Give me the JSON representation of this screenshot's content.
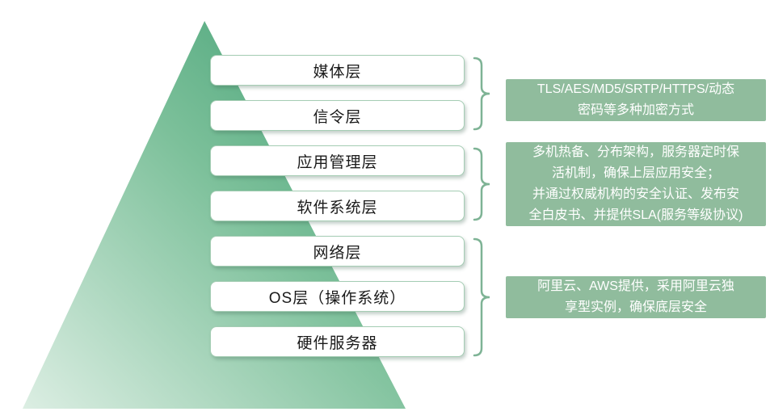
{
  "diagram": {
    "layers": [
      {
        "label": "媒体层"
      },
      {
        "label": "信令层"
      },
      {
        "label": "应用管理层"
      },
      {
        "label": "软件系统层"
      },
      {
        "label": "网络层"
      },
      {
        "label": "OS层（操作系统）"
      },
      {
        "label": "硬件服务器"
      }
    ],
    "annotations": [
      {
        "text": "TLS/AES/MD5/SRTP/HTTPS/动态\n密码等多种加密方式"
      },
      {
        "text": "多机热备、分布架构，服务器定时保\n活机制，确保上层应用安全；\n并通过权威机构的安全认证、发布安\n全白皮书、并提供SLA(服务等级协议)"
      },
      {
        "text": "阿里云、AWS提供，采用阿里云独\n享型实例，确保底层安全"
      }
    ],
    "colors": {
      "pyramid_top": "#3c9c70",
      "pyramid_bottom": "#dceee3",
      "box_border": "#a5cdb4",
      "brace_color": "#7eb395",
      "annotation_bg": "#90bc9d",
      "annotation_text": "#ffffff"
    }
  }
}
